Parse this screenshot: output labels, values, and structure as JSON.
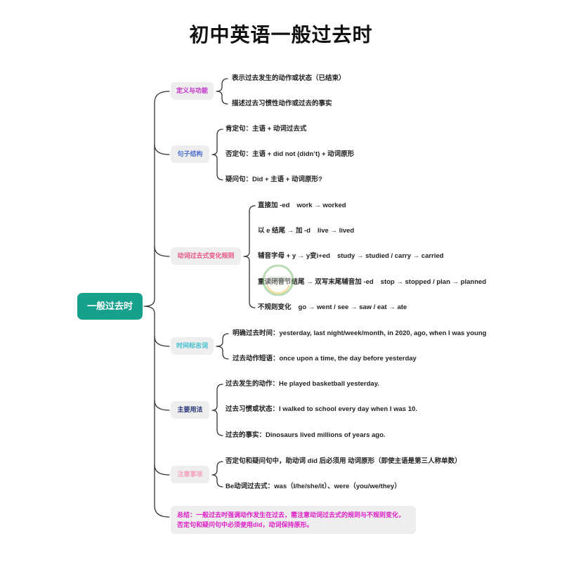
{
  "title": "初中英语一般过去时",
  "root": {
    "label": "一般过去时",
    "color": "#17a08c"
  },
  "branches": [
    {
      "label": "定义与功能",
      "color": "#c22ec9",
      "children": [
        "表示过去发生的动作或状态（已结束）",
        "描述过去习惯性动作或过去的事实"
      ]
    },
    {
      "label": "句子结构",
      "color": "#5070cf",
      "children": [
        "肯定句：主语 + 动词过去式",
        "否定句：主语 + did not (didn’t) + 动词原形",
        "疑问句：Did + 主语 + 动词原形?"
      ]
    },
    {
      "label": "动词过去式变化规则",
      "color": "#e9548a",
      "children": [
        {
          "rule": "直接加 -ed",
          "example": "work → worked"
        },
        {
          "rule": "以 e 结尾 → 加 -d",
          "example": "live → lived"
        },
        {
          "rule": "辅音字母 + y → y变i+ed",
          "example": "study → studied / carry → carried"
        },
        {
          "rule": "重读闭音节结尾 → 双写末尾辅音加 -ed",
          "example": "stop → stopped / plan → planned"
        },
        {
          "rule": "不规则变化",
          "example": "go → went / see → saw / eat → ate"
        }
      ]
    },
    {
      "label": "时间标志词",
      "color": "#40bfcf",
      "children": [
        "明确过去时间：yesterday, last night/week/month, in 2020, ago, when I was young",
        "过去动作短语：once upon a time, the day before yesterday"
      ]
    },
    {
      "label": "主要用法",
      "color": "#253477",
      "children": [
        "过去发生的动作：He played basketball yesterday.",
        "过去习惯或状态：I walked to school every day when I was 10.",
        "过去的事实：Dinosaurs lived millions of years ago."
      ]
    },
    {
      "label": "注意事项",
      "color": "#f3a3bd",
      "children": [
        "否定句和疑问句中，助动词 did 后必须用 动词原形（即使主语是第三人称单数）",
        "Be动词过去式：was（I/he/she/it）、were（you/we/they）"
      ]
    }
  ],
  "summary": {
    "color": "#e020c8",
    "lines": [
      "总结：一般过去时强调动作发生在过去，需注意动词过去式的规则与不规则变化，",
      "否定句和疑问句中必须使用did，动词保持原形。"
    ]
  }
}
